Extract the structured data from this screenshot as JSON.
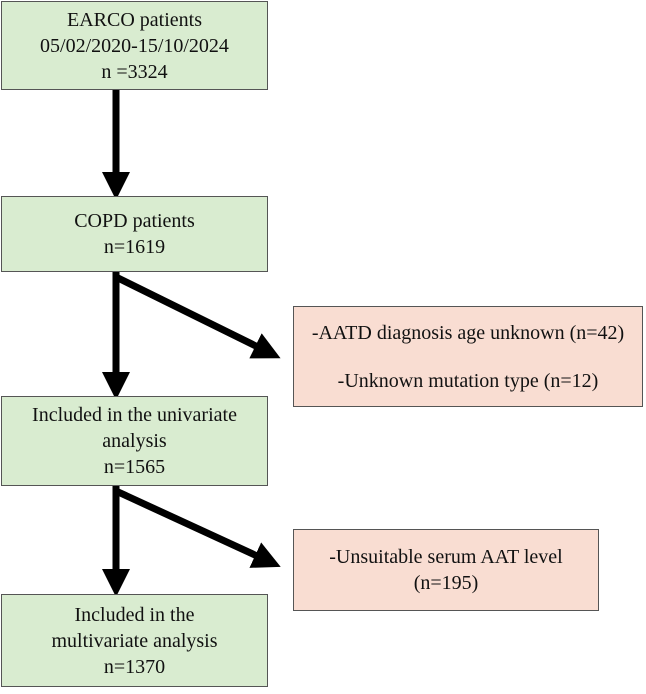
{
  "flowchart": {
    "box1": {
      "line1": "EARCO patients",
      "line2": "05/02/2020-15/10/2024",
      "line3": "n =3324"
    },
    "box2": {
      "line1": "COPD patients",
      "line2": "n=1619"
    },
    "box3": {
      "line1": "Included in the univariate",
      "line2": "analysis",
      "line3": "n=1565"
    },
    "box4": {
      "line1": "Included in the",
      "line2": "multivariate analysis",
      "line3": "n=1370"
    },
    "exclusion1": {
      "line1": "-AATD diagnosis age unknown (n=42)",
      "line2": "-Unknown mutation type (n=12)"
    },
    "exclusion2": {
      "line1": "-Unsuitable serum AAT level",
      "line2": "(n=195)"
    }
  },
  "colors": {
    "included_box": "#d9ecd0",
    "excluded_box": "#f9ddd2",
    "arrow": "#000000"
  }
}
